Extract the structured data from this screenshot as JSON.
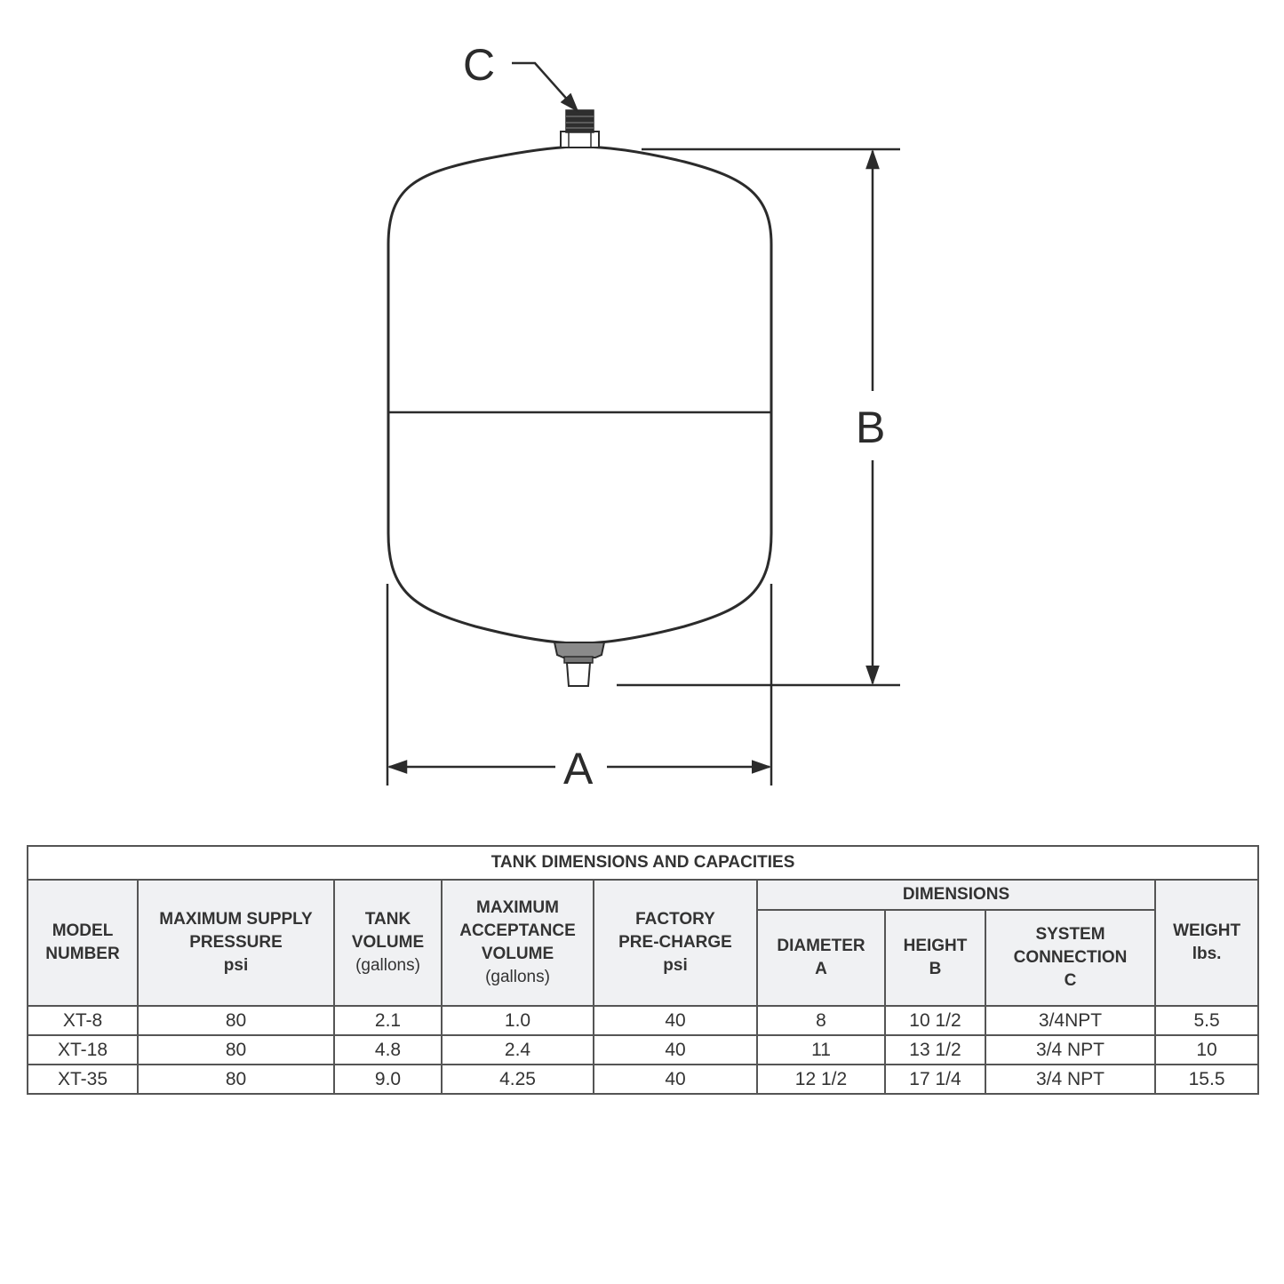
{
  "diagram": {
    "title": "Expansion tank dimension diagram",
    "labels": {
      "connection": "C",
      "height": "B",
      "diameter": "A"
    },
    "colors": {
      "line": "#2b2b2b",
      "fitting_fill": "#3a3a3a"
    }
  },
  "table": {
    "title": "TANK DIMENSIONS AND CAPACITIES",
    "group_header": "DIMENSIONS",
    "headers": {
      "model": [
        "MODEL",
        "NUMBER"
      ],
      "max_supply_pressure": [
        "MAXIMUM SUPPLY",
        "PRESSURE",
        "psi"
      ],
      "tank_volume": [
        "TANK",
        "VOLUME",
        "(gallons)"
      ],
      "max_acceptance_volume": [
        "MAXIMUM",
        "ACCEPTANCE",
        "VOLUME",
        "(gallons)"
      ],
      "factory_precharge": [
        "FACTORY",
        "PRE-CHARGE",
        "psi"
      ],
      "diameter": [
        "DIAMETER",
        "A"
      ],
      "height": [
        "HEIGHT",
        "B"
      ],
      "system_connection": [
        "SYSTEM",
        "CONNECTION",
        "C"
      ],
      "weight": [
        "WEIGHT",
        "lbs."
      ]
    },
    "rows": [
      [
        "XT-8",
        "80",
        "2.1",
        "1.0",
        "40",
        "8",
        "10 1/2",
        "3/4NPT",
        "5.5"
      ],
      [
        "XT-18",
        "80",
        "4.8",
        "2.4",
        "40",
        "11",
        "13 1/2",
        "3/4 NPT",
        "10"
      ],
      [
        "XT-35",
        "80",
        "9.0",
        "4.25",
        "40",
        "12 1/2",
        "17 1/4",
        "3/4 NPT",
        "15.5"
      ]
    ],
    "colors": {
      "header_bg": "#f0f1f3",
      "border": "#555555"
    }
  }
}
